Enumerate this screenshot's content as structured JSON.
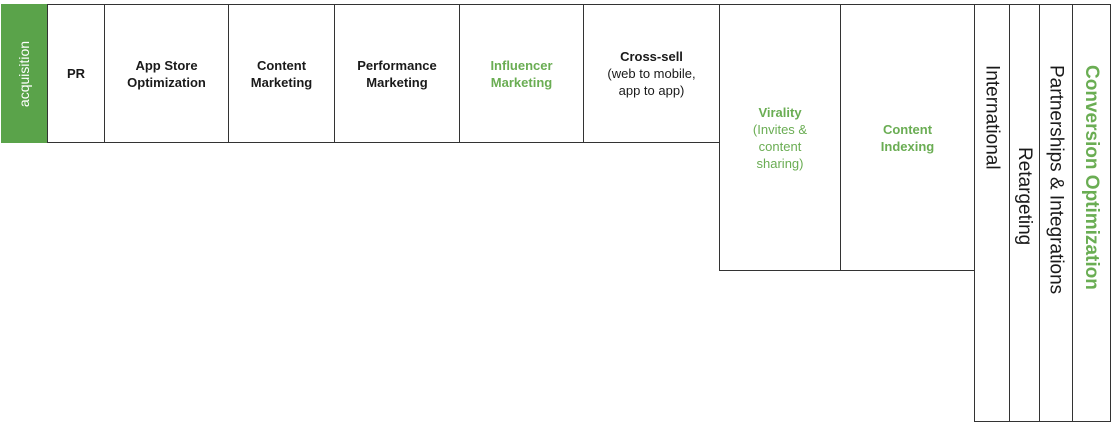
{
  "stage_label": "acquisition",
  "colors": {
    "accent": "#5aa34a",
    "green_text": "#6aad53",
    "border": "#333333"
  },
  "channels": [
    {
      "title": "PR",
      "sub": ""
    },
    {
      "title": "App Store\nOptimization",
      "sub": ""
    },
    {
      "title": "Content\nMarketing",
      "sub": ""
    },
    {
      "title": "Performance\nMarketing",
      "sub": ""
    },
    {
      "title": "Influencer\nMarketing",
      "sub": "",
      "highlight": true
    },
    {
      "title": "Cross-sell",
      "sub": "(web to  mobile,\napp to app)"
    },
    {
      "title": "Virality",
      "sub": "(Invites &\ncontent\nsharing)",
      "highlight": true
    },
    {
      "title": "Content\nIndexing",
      "sub": "",
      "highlight": true
    }
  ],
  "vertical_channels": [
    {
      "label": "International"
    },
    {
      "label": "Retargeting"
    },
    {
      "label": "Partnerships & Integrations"
    },
    {
      "label": "Conversion Optimization",
      "highlight": true
    }
  ]
}
